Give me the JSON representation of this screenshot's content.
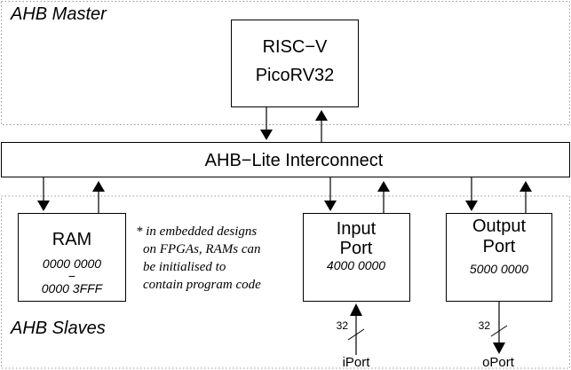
{
  "regions": {
    "master_label": "AHB Master",
    "slaves_label": "AHB Slaves"
  },
  "cpu": {
    "line1": "RISC−V",
    "line2": "PicoRV32"
  },
  "interconnect": {
    "label": "AHB−Lite Interconnect"
  },
  "ram": {
    "title": "RAM",
    "addr_start": "0000 0000",
    "addr_sep": "−",
    "addr_end": "0000 3FFF"
  },
  "note": {
    "line1": "* in embedded designs",
    "line2": "on FPGAs, RAMs can",
    "line3": "be initialised to",
    "line4": "contain program code"
  },
  "input_port": {
    "line1": "Input",
    "line2": "Port",
    "address": "4000 0000",
    "bus_width": "32",
    "signal": "iPort"
  },
  "output_port": {
    "line1": "Output",
    "line2": "Port",
    "address": "5000 0000",
    "bus_width": "32",
    "signal": "oPort"
  }
}
